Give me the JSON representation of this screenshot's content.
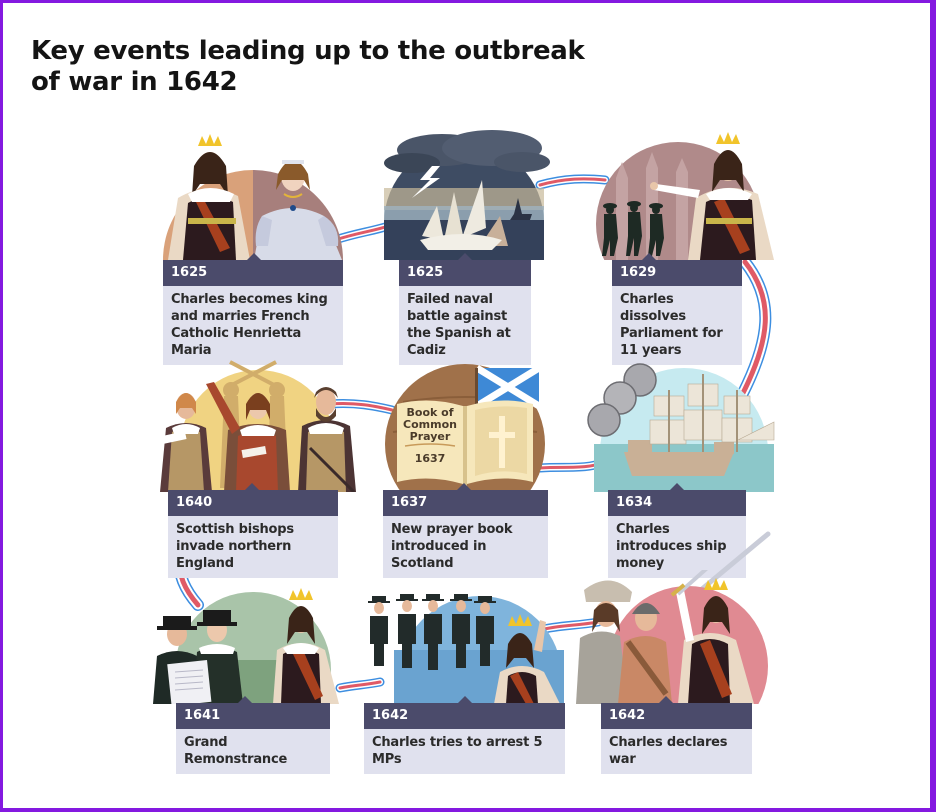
{
  "title": "Key events leading up to the outbreak of war in 1642",
  "colors": {
    "frame_border": "#8419e0",
    "year_bar": "#4b4b6b",
    "desc_bg": "#e0e1ee",
    "ribbon_red": "#e05a66",
    "ribbon_blue": "#3d8ee0"
  },
  "events": [
    {
      "order": 1,
      "year": "1625",
      "text": "Charles becomes king and marries French Catholic Henrietta Maria",
      "illustration": "charles-and-henrietta-maria",
      "bg": "#d9a17a"
    },
    {
      "order": 2,
      "year": "1625",
      "text": "Failed naval battle against the Spanish at Cadiz",
      "illustration": "shipwreck-in-storm",
      "bg": "#3e4c63"
    },
    {
      "order": 3,
      "year": "1629",
      "text": "Charles dissolves Parliament for 11 years",
      "illustration": "charles-dismissing-mps",
      "bg": "#b08a8a"
    },
    {
      "order": 4,
      "year": "1634",
      "text": "Charles introduces ship money",
      "illustration": "galleon-and-coins",
      "bg": "#c6eaf0"
    },
    {
      "order": 5,
      "year": "1637",
      "text": "New prayer book introduced in Scotland",
      "illustration": "book-of-common-prayer",
      "bg": "#a0714a"
    },
    {
      "order": 6,
      "year": "1640",
      "text": "Scottish bishops invade northern England",
      "illustration": "scottish-covenanters",
      "bg": "#f0d382"
    },
    {
      "order": 7,
      "year": "1641",
      "text": "Grand Remonstrance",
      "illustration": "mps-reading-remonstrance",
      "bg": "#a9c4a9"
    },
    {
      "order": 8,
      "year": "1642",
      "text": "Charles tries to arrest 5 MPs",
      "illustration": "five-mps-and-charles",
      "bg": "#7fb4dc"
    },
    {
      "order": 9,
      "year": "1642",
      "text": "Charles declares war",
      "illustration": "charles-with-sword-and-soldiers",
      "bg": "#e08a92"
    }
  ],
  "book": {
    "line1": "Book of",
    "line2": "Common",
    "line3": "Prayer",
    "year": "1637"
  }
}
